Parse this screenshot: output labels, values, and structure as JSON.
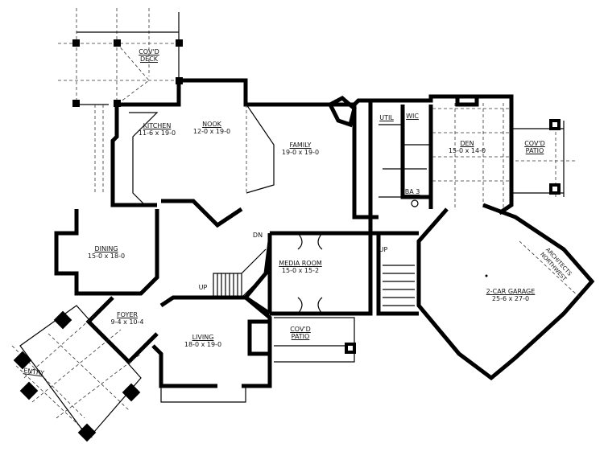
{
  "rooms": {
    "deck": {
      "name": "COV'D",
      "name2": "DECK"
    },
    "kitchen": {
      "name": "KITCHEN",
      "dims": "11-6 x 19-0"
    },
    "nook": {
      "name": "NOOK",
      "dims": "12-0 x 19-0"
    },
    "family": {
      "name": "FAMILY",
      "dims": "19-0 x 19-0"
    },
    "util": {
      "name": "UTIL"
    },
    "wic": {
      "name": "WIC"
    },
    "den": {
      "name": "DEN",
      "dims": "15-0 x 14-0"
    },
    "den_patio": {
      "name": "COV'D",
      "name2": "PATIO"
    },
    "bath": {
      "name": "BA 3"
    },
    "media": {
      "name": "MEDIA ROOM",
      "dims": "15-0 x 15-2"
    },
    "garage": {
      "name": "2-CAR GARAGE",
      "dims": "25-6 x 27-0"
    },
    "dining": {
      "name": "DINING",
      "dims": "15-0 x 18-0"
    },
    "foyer": {
      "name": "FOYER",
      "dims": "9-4 x 10-4"
    },
    "living": {
      "name": "LIVING",
      "dims": "18-0 x 19-0"
    },
    "living_patio": {
      "name": "COV'D",
      "name2": "PATIO"
    },
    "entry": {
      "name": "ENTRY"
    }
  },
  "stairs": {
    "dn": "DN",
    "up_main": "UP",
    "up_rear": "UP"
  },
  "watermark": "ARCHITECTS NORTHWEST"
}
